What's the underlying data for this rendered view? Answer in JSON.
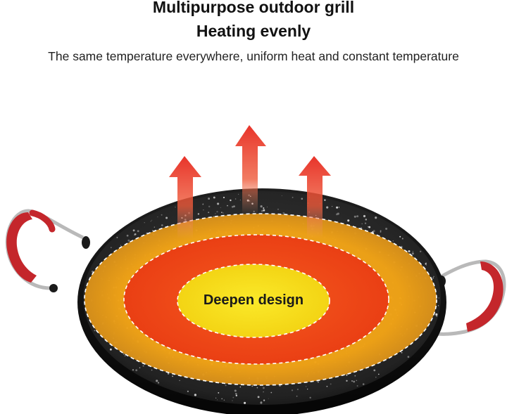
{
  "headline": {
    "line1": "Multipurpose outdoor grill",
    "line2": "Heating evenly"
  },
  "subtitle": "The same temperature everywhere, uniform heat and constant temperature",
  "center_label": "Deepen design",
  "icons": {
    "heat_arrow": "up-arrow-icon",
    "handle": "pan-handle-icon"
  },
  "colors": {
    "pan_surface": "#2a2a2a",
    "handle_grip": "#c4262b",
    "outer_zone": "#f2a81a",
    "middle_zone": "#f04a1a",
    "inner_zone": "#f7e21a",
    "arrow": "#e8332a"
  }
}
